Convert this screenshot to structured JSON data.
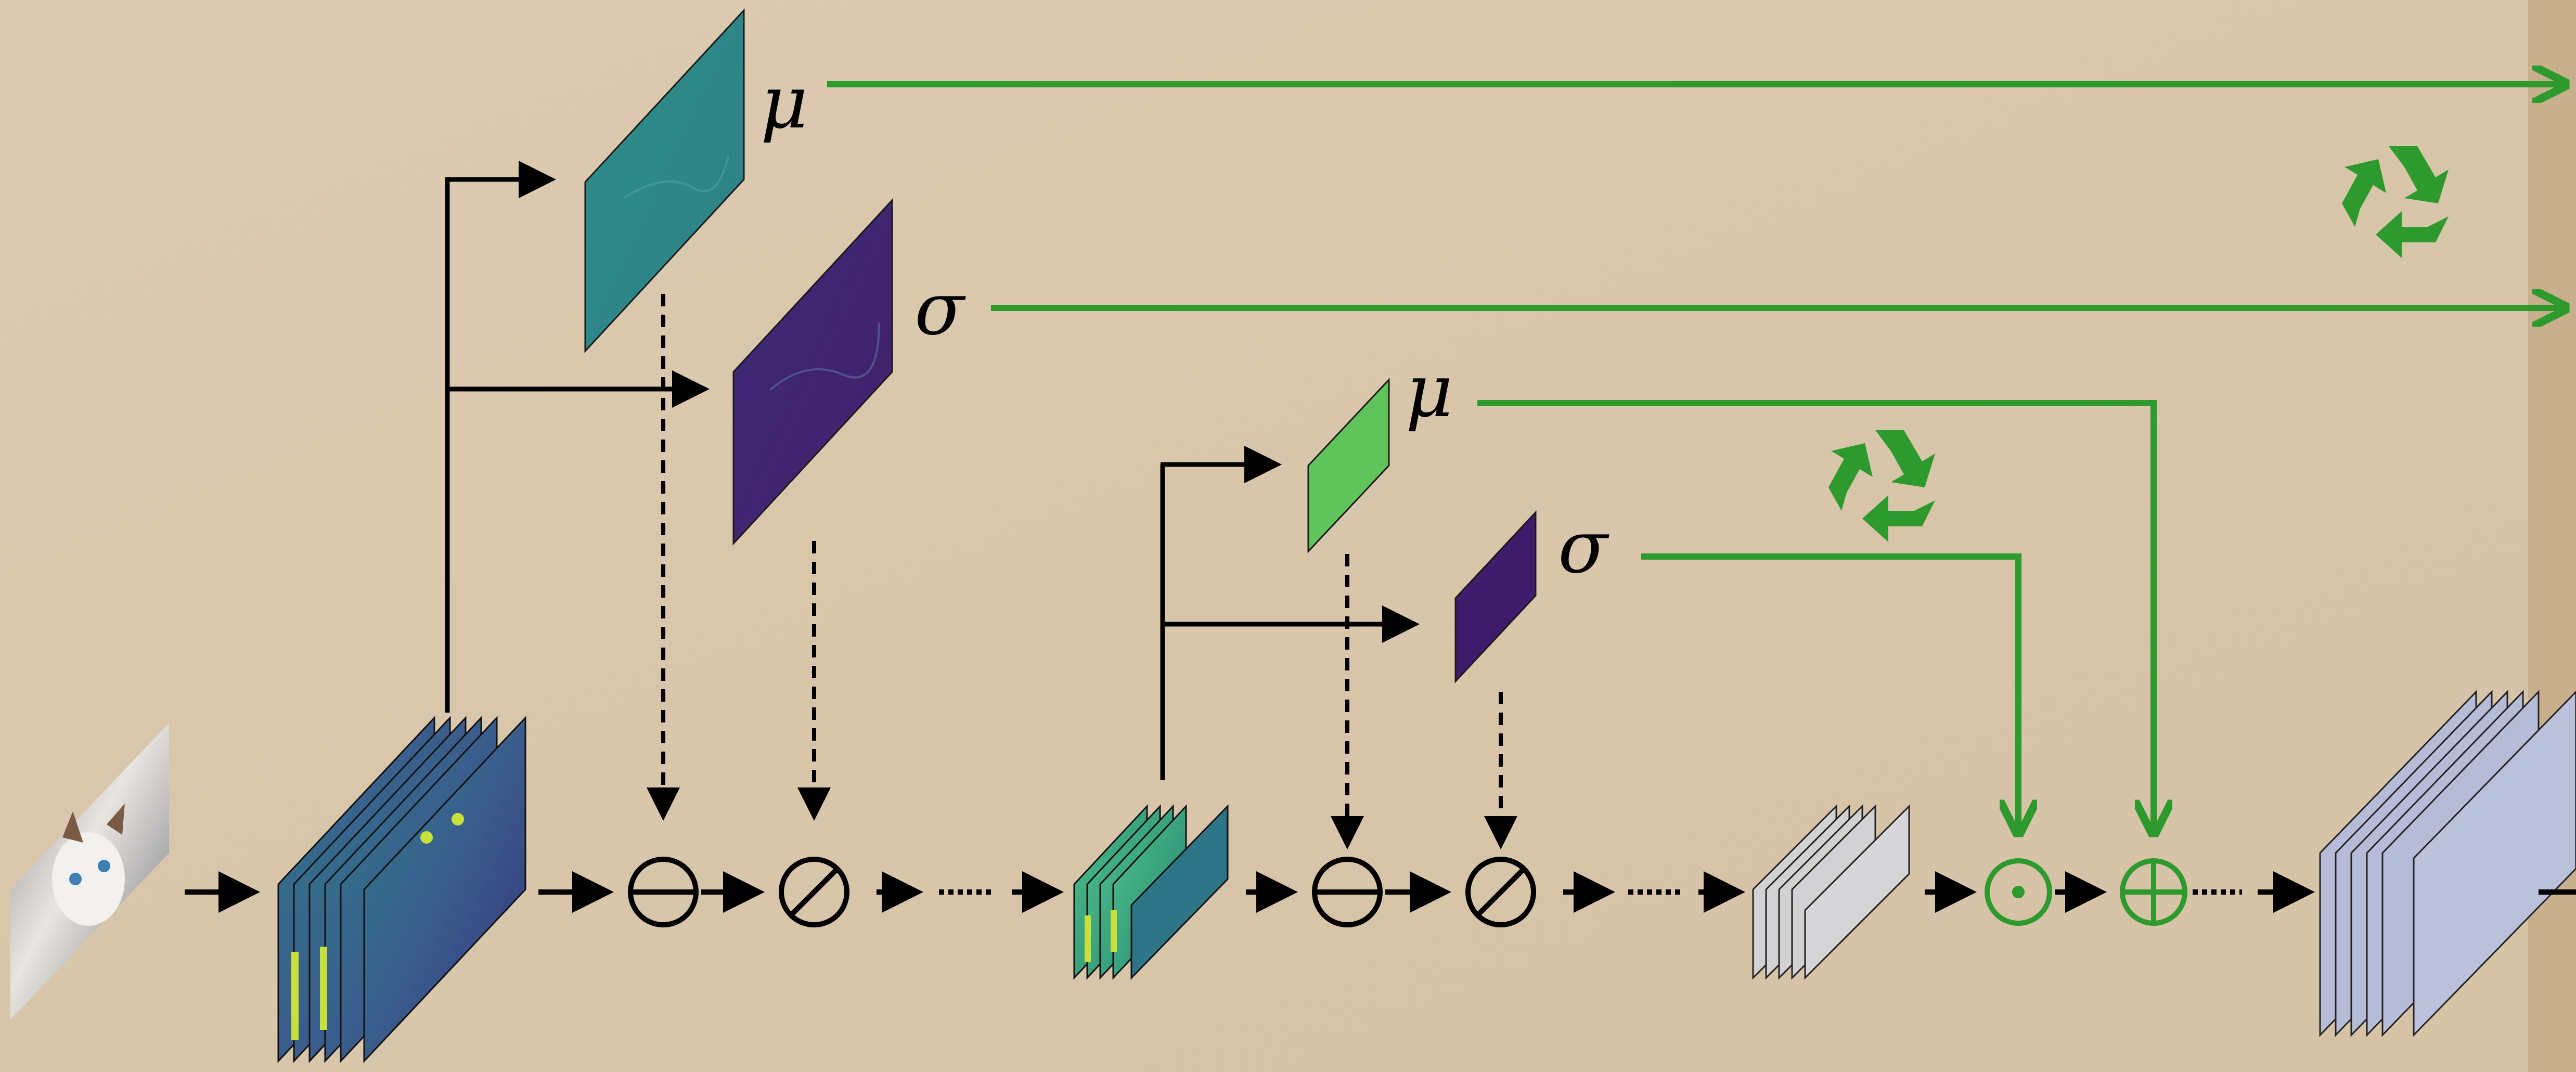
{
  "labels": {
    "mu_large": "μ",
    "sigma_large": "σ",
    "mu_small": "μ",
    "sigma_small": "σ",
    "ellipsis": "······"
  },
  "operators": {
    "subtract": "⊖",
    "divide": "⊘",
    "multiply": "⊙",
    "add": "⊕"
  },
  "icons": {
    "recycle": "recycle-icon",
    "input_image": "cat-photo-icon"
  },
  "colors": {
    "background": "#dccab0",
    "black": "#000000",
    "green": "#2e9a2e",
    "feature_teal": "#2f8a86",
    "feature_blue": "#3b5a8a",
    "feature_purple": "#3f1c6b",
    "feature_green": "#5fc45a",
    "feature_yellow": "#c9e03a",
    "gray_stack": "#d2d2d4",
    "lavender_stack": "#b6bcd8"
  }
}
